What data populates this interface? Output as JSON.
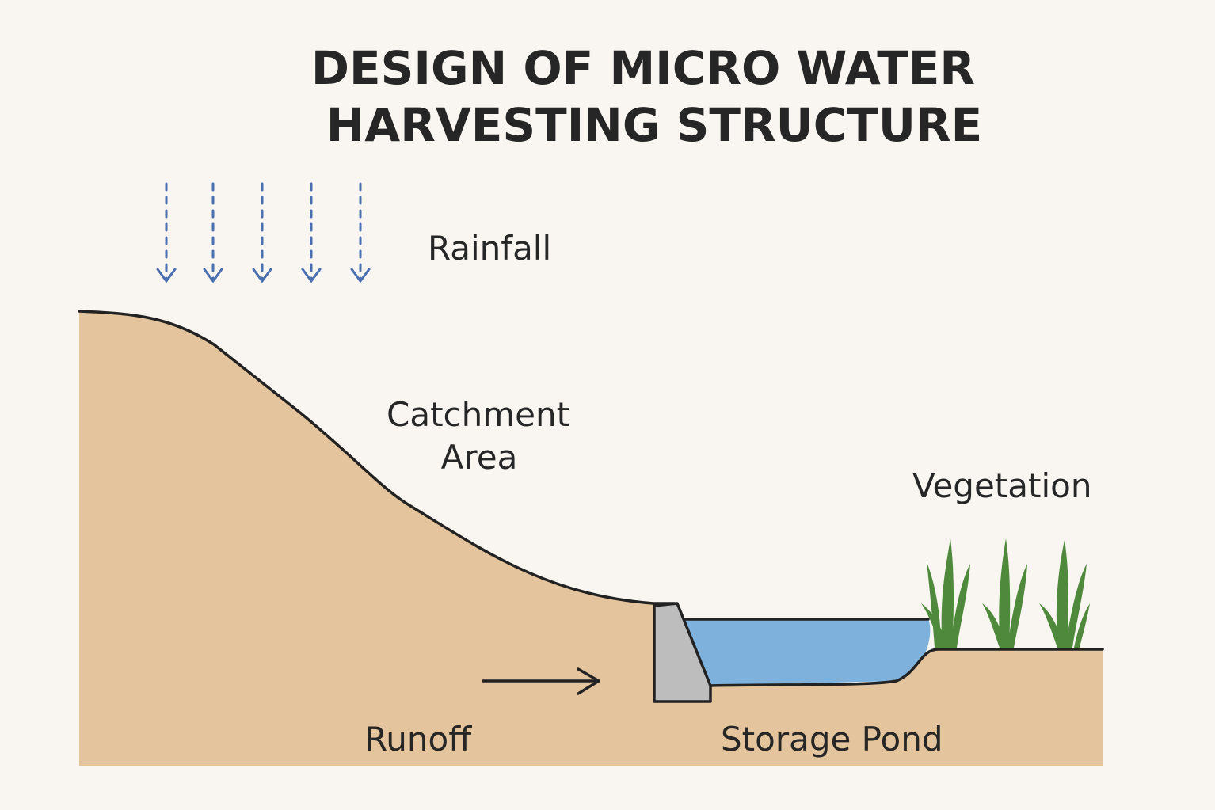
{
  "title": {
    "line1": "DESIGN OF MICRO WATER",
    "line2": "HARVESTING STRUCTURE"
  },
  "labels": {
    "rainfall": "Rainfall",
    "catchment_line1": "Catchment",
    "catchment_line2": "Area",
    "vegetation": "Vegetation",
    "runoff": "Runoff",
    "storage_pond": "Storage Pond"
  },
  "colors": {
    "background": "#f9f6f1",
    "soil": "#e4c49c",
    "water": "#7eb2dc",
    "dam": "#bdbdbd",
    "vegetation": "#4f8a3c",
    "rain": "#4a6fb0",
    "outline": "#222222"
  }
}
